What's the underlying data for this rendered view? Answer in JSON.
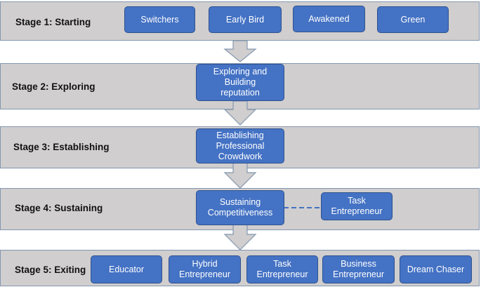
{
  "stages": [
    {
      "label": "Stage 1: Starting",
      "boxes": [
        "Switchers",
        "Early Bird",
        "Awakened",
        "Green"
      ]
    },
    {
      "label": "Stage 2: Exploring",
      "boxes": [
        "Exploring and\nBuilding\nreputation"
      ]
    },
    {
      "label": "Stage 3: Establishing",
      "boxes": [
        "Establishing\nProfessional\nCrowdwork"
      ]
    },
    {
      "label": "Stage 4: Sustaining",
      "boxes": [
        "Sustaining\nCompetitiveness",
        "Task\nEntrepreneur"
      ]
    },
    {
      "label": "Stage 5: Exiting",
      "boxes": [
        "Educator",
        "Hybrid\nEntrepreneur",
        "Task\nEntrepreneur",
        "Business\nEntrepreneur",
        "Dream Chaser"
      ]
    }
  ],
  "colors": {
    "band_fill": "#d0cece",
    "band_border": "#8497b0",
    "box_fill": "#4472c4",
    "box_border": "#2f528f",
    "arrow_fill": "#d0cece",
    "arrow_border": "#8497b0",
    "connector": "#4472c4"
  }
}
